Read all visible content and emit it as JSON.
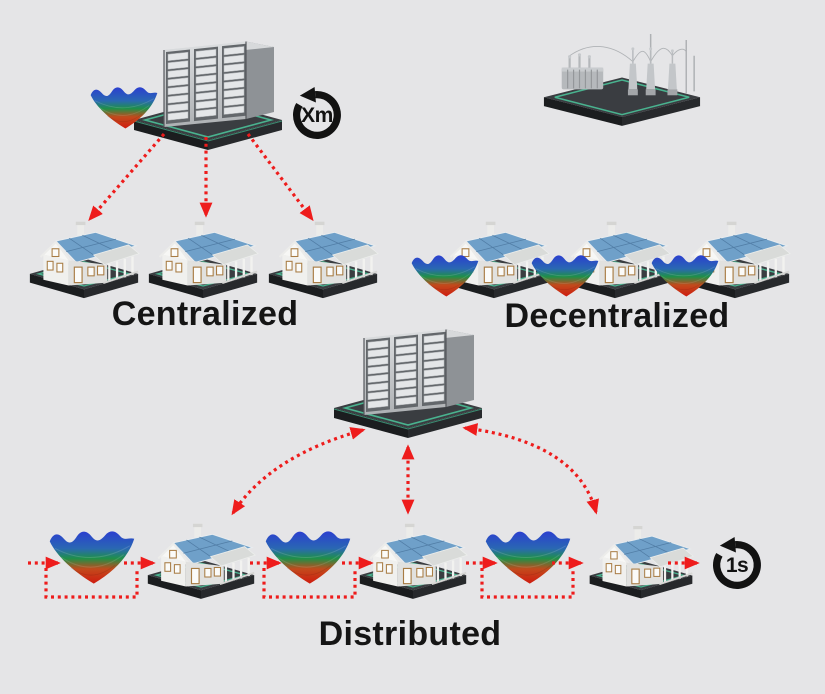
{
  "figure": {
    "background_color": "#e5e5e7",
    "arrow_color": "#ee1c1c",
    "platform_trim_color": "#49b38f",
    "sections": {
      "centralized": {
        "label": "Centralized",
        "cycle_badge": "Xm",
        "house_count": 3,
        "hub": "server-building",
        "surface_plots": 1,
        "links": "one-way dashed arrows from server to each house"
      },
      "decentralized": {
        "label": "Decentralized",
        "house_count": 3,
        "hub": "electric-substation",
        "surface_plots": 3,
        "links": "none"
      },
      "distributed": {
        "label": "Distributed",
        "cycle_badge": "1s",
        "house_count": 3,
        "hub": "server-building",
        "surface_plots": 3,
        "links": "two-way dashed arrows server-houses plus chained arrow loops through surface plots"
      }
    }
  }
}
